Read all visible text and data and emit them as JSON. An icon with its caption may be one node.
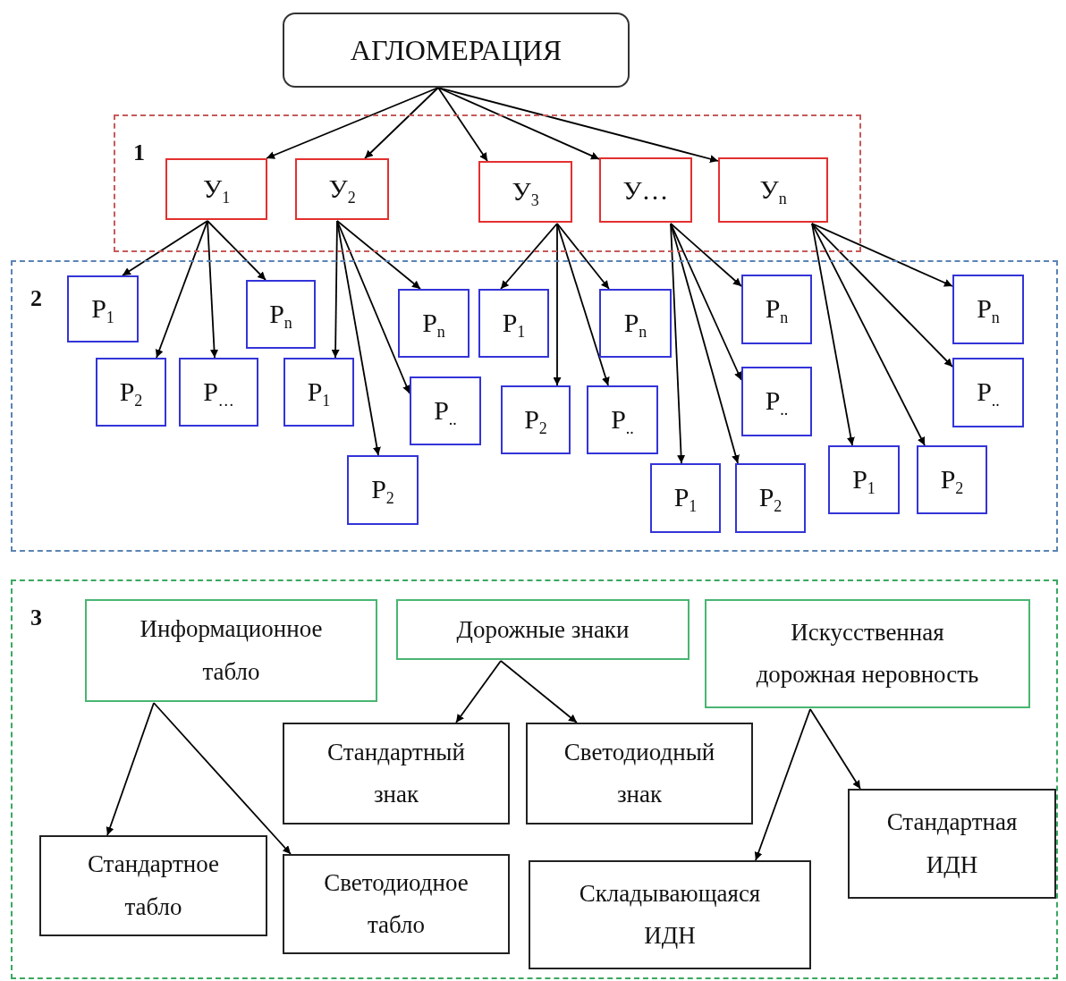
{
  "diagram": {
    "nodes": [
      {
        "text": [
          "АГЛОМЕРАЦИЯ"
        ]
      },
      {
        "text": [
          "1"
        ]
      },
      {
        "text": [
          "У$_{1}$"
        ],
        "in": 1
      },
      {
        "text": [
          "У$_{2}$"
        ],
        "in": 1
      },
      {
        "text": [
          "У$_{3}$"
        ],
        "in": 1
      },
      {
        "text": [
          "У…"
        ],
        "in": 1
      },
      {
        "text": [
          "У$_{n}$"
        ],
        "in": 1
      },
      {
        "text": [
          "2"
        ]
      },
      {
        "text": [
          "Р$_{1}$"
        ],
        "in": 7
      },
      {
        "text": [
          "Р$_{2}$"
        ],
        "in": 7
      },
      {
        "text": [
          "Р$_{…}$"
        ],
        "in": 7
      },
      {
        "text": [
          "Р$_{n}$"
        ],
        "in": 7
      },
      {
        "text": [
          "Р$_{1}$"
        ],
        "in": 7
      },
      {
        "text": [
          "Р$_{2}$"
        ],
        "in": 7
      },
      {
        "text": [
          "Р$_{..}$"
        ],
        "in": 7
      },
      {
        "text": [
          "Р$_{n}$"
        ],
        "in": 7
      },
      {
        "text": [
          "Р$_{1}$"
        ],
        "in": 7
      },
      {
        "text": [
          "Р$_{2}$"
        ],
        "in": 7
      },
      {
        "text": [
          "Р$_{..}$"
        ],
        "in": 7
      },
      {
        "text": [
          "Р$_{n}$"
        ],
        "in": 7
      },
      {
        "text": [
          "Р$_{1}$"
        ],
        "in": 7
      },
      {
        "text": [
          "Р$_{2}$"
        ],
        "in": 7
      },
      {
        "text": [
          "Р$_{..}$"
        ],
        "in": 7
      },
      {
        "text": [
          "Р$_{n}$"
        ],
        "in": 7
      },
      {
        "text": [
          "Р$_{1}$"
        ],
        "in": 7
      },
      {
        "text": [
          "Р$_{2}$"
        ],
        "in": 7
      },
      {
        "text": [
          "Р$_{..}$"
        ],
        "in": 7
      },
      {
        "text": [
          "Р$_{n}$"
        ],
        "in": 7
      },
      {
        "text": [
          "3"
        ]
      },
      {
        "text": [
          "Информационное табло"
        ],
        "in": 28
      },
      {
        "text": [
          "Дорожные знаки"
        ],
        "in": 28
      },
      {
        "text": [
          "Искусственная дорожная неровность"
        ],
        "in": 28
      },
      {
        "text": [
          "Стандартный знак"
        ],
        "in": 28
      },
      {
        "text": [
          "Светодиодный знак"
        ],
        "in": 28
      },
      {
        "text": [
          "Стандартное табло"
        ],
        "in": 28
      },
      {
        "text": [
          "Светодиодное табло"
        ],
        "in": 28
      },
      {
        "text": [
          "Складывающаяся ИДН"
        ],
        "in": 28
      },
      {
        "text": [
          "Стандартная ИДН"
        ],
        "in": 28
      }
    ],
    "edges": [
      {
        "from": 0,
        "to": 2,
        "arrow": "to"
      },
      {
        "from": 0,
        "to": 3,
        "arrow": "to"
      },
      {
        "from": 0,
        "to": 4,
        "arrow": "to"
      },
      {
        "from": 0,
        "to": 5,
        "arrow": "to"
      },
      {
        "from": 0,
        "to": 6,
        "arrow": "to"
      },
      {
        "from": 2,
        "to": 8,
        "arrow": "to"
      },
      {
        "from": 2,
        "to": 9,
        "arrow": "to"
      },
      {
        "from": 2,
        "to": 10,
        "arrow": "to"
      },
      {
        "from": 2,
        "to": 11,
        "arrow": "to"
      },
      {
        "from": 3,
        "to": 12,
        "arrow": "to"
      },
      {
        "from": 3,
        "to": 13,
        "arrow": "to"
      },
      {
        "from": 3,
        "to": 14,
        "arrow": "to"
      },
      {
        "from": 3,
        "to": 15,
        "arrow": "to"
      },
      {
        "from": 4,
        "to": 16,
        "arrow": "to"
      },
      {
        "from": 4,
        "to": 17,
        "arrow": "to"
      },
      {
        "from": 4,
        "to": 18,
        "arrow": "to"
      },
      {
        "from": 4,
        "to": 19,
        "arrow": "to"
      },
      {
        "from": 5,
        "to": 20,
        "arrow": "to"
      },
      {
        "from": 5,
        "to": 21,
        "arrow": "to"
      },
      {
        "from": 5,
        "to": 22,
        "arrow": "to"
      },
      {
        "from": 5,
        "to": 23,
        "arrow": "to"
      },
      {
        "from": 6,
        "to": 24,
        "arrow": "to"
      },
      {
        "from": 6,
        "to": 25,
        "arrow": "to"
      },
      {
        "from": 6,
        "to": 26,
        "arrow": "to"
      },
      {
        "from": 6,
        "to": 27,
        "arrow": "to"
      },
      {
        "from": 29,
        "to": 34,
        "arrow": "to"
      },
      {
        "from": 29,
        "to": 35,
        "arrow": "to"
      },
      {
        "from": 30,
        "to": 32,
        "arrow": "to"
      },
      {
        "from": 30,
        "to": 33,
        "arrow": "to"
      },
      {
        "from": 31,
        "to": 36,
        "arrow": "to"
      },
      {
        "from": 31,
        "to": 37,
        "arrow": "to"
      }
    ]
  }
}
